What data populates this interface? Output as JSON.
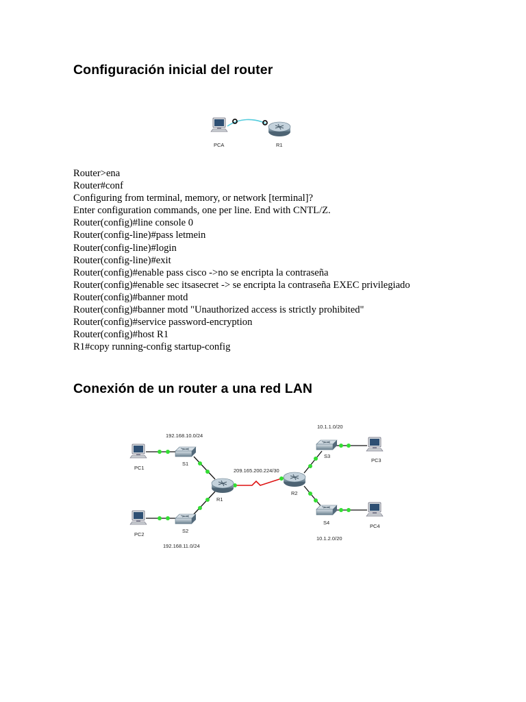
{
  "section1": {
    "title": "Configuración inicial del router",
    "diagram": {
      "pc_label": "PCA",
      "router_label": "R1"
    },
    "commands": [
      "Router>ena",
      "Router#conf",
      "Configuring from terminal, memory, or network [terminal]?",
      "Enter configuration commands, one per line. End with CNTL/Z.",
      "Router(config)#line console 0",
      "Router(config-line)#pass letmein",
      "Router(config-line)#login",
      "Router(config-line)#exit",
      "Router(config)#enable pass cisco ->no se encripta la contraseña",
      "Router(config)#enable sec itsasecret -> se encripta la contraseña EXEC privilegiado",
      "Router(config)#banner motd",
      "Router(config)#banner motd \"Unauthorized access is strictly prohibited\"",
      "Router(config)#service password-encryption",
      "Router(config)#host R1",
      "R1#copy running-config startup-config"
    ]
  },
  "section2": {
    "title": "Conexión de un router a una red LAN",
    "diagram": {
      "pc1": "PC1",
      "pc2": "PC2",
      "pc3": "PC3",
      "pc4": "PC4",
      "s1": "S1",
      "s2": "S2",
      "s3": "S3",
      "s4": "S4",
      "r1": "R1",
      "r2": "R2",
      "net_s1": "192.168.10.0/24",
      "net_s2": "192.168.11.0/24",
      "net_s3": "10.1.1.0/20",
      "net_s4": "10.1.2.0/20",
      "net_wan": "209.165.200.224/30"
    },
    "colors": {
      "link_up": "#33dd33",
      "wan_link": "#dd1111",
      "console_cable": "#55ccdd"
    }
  }
}
